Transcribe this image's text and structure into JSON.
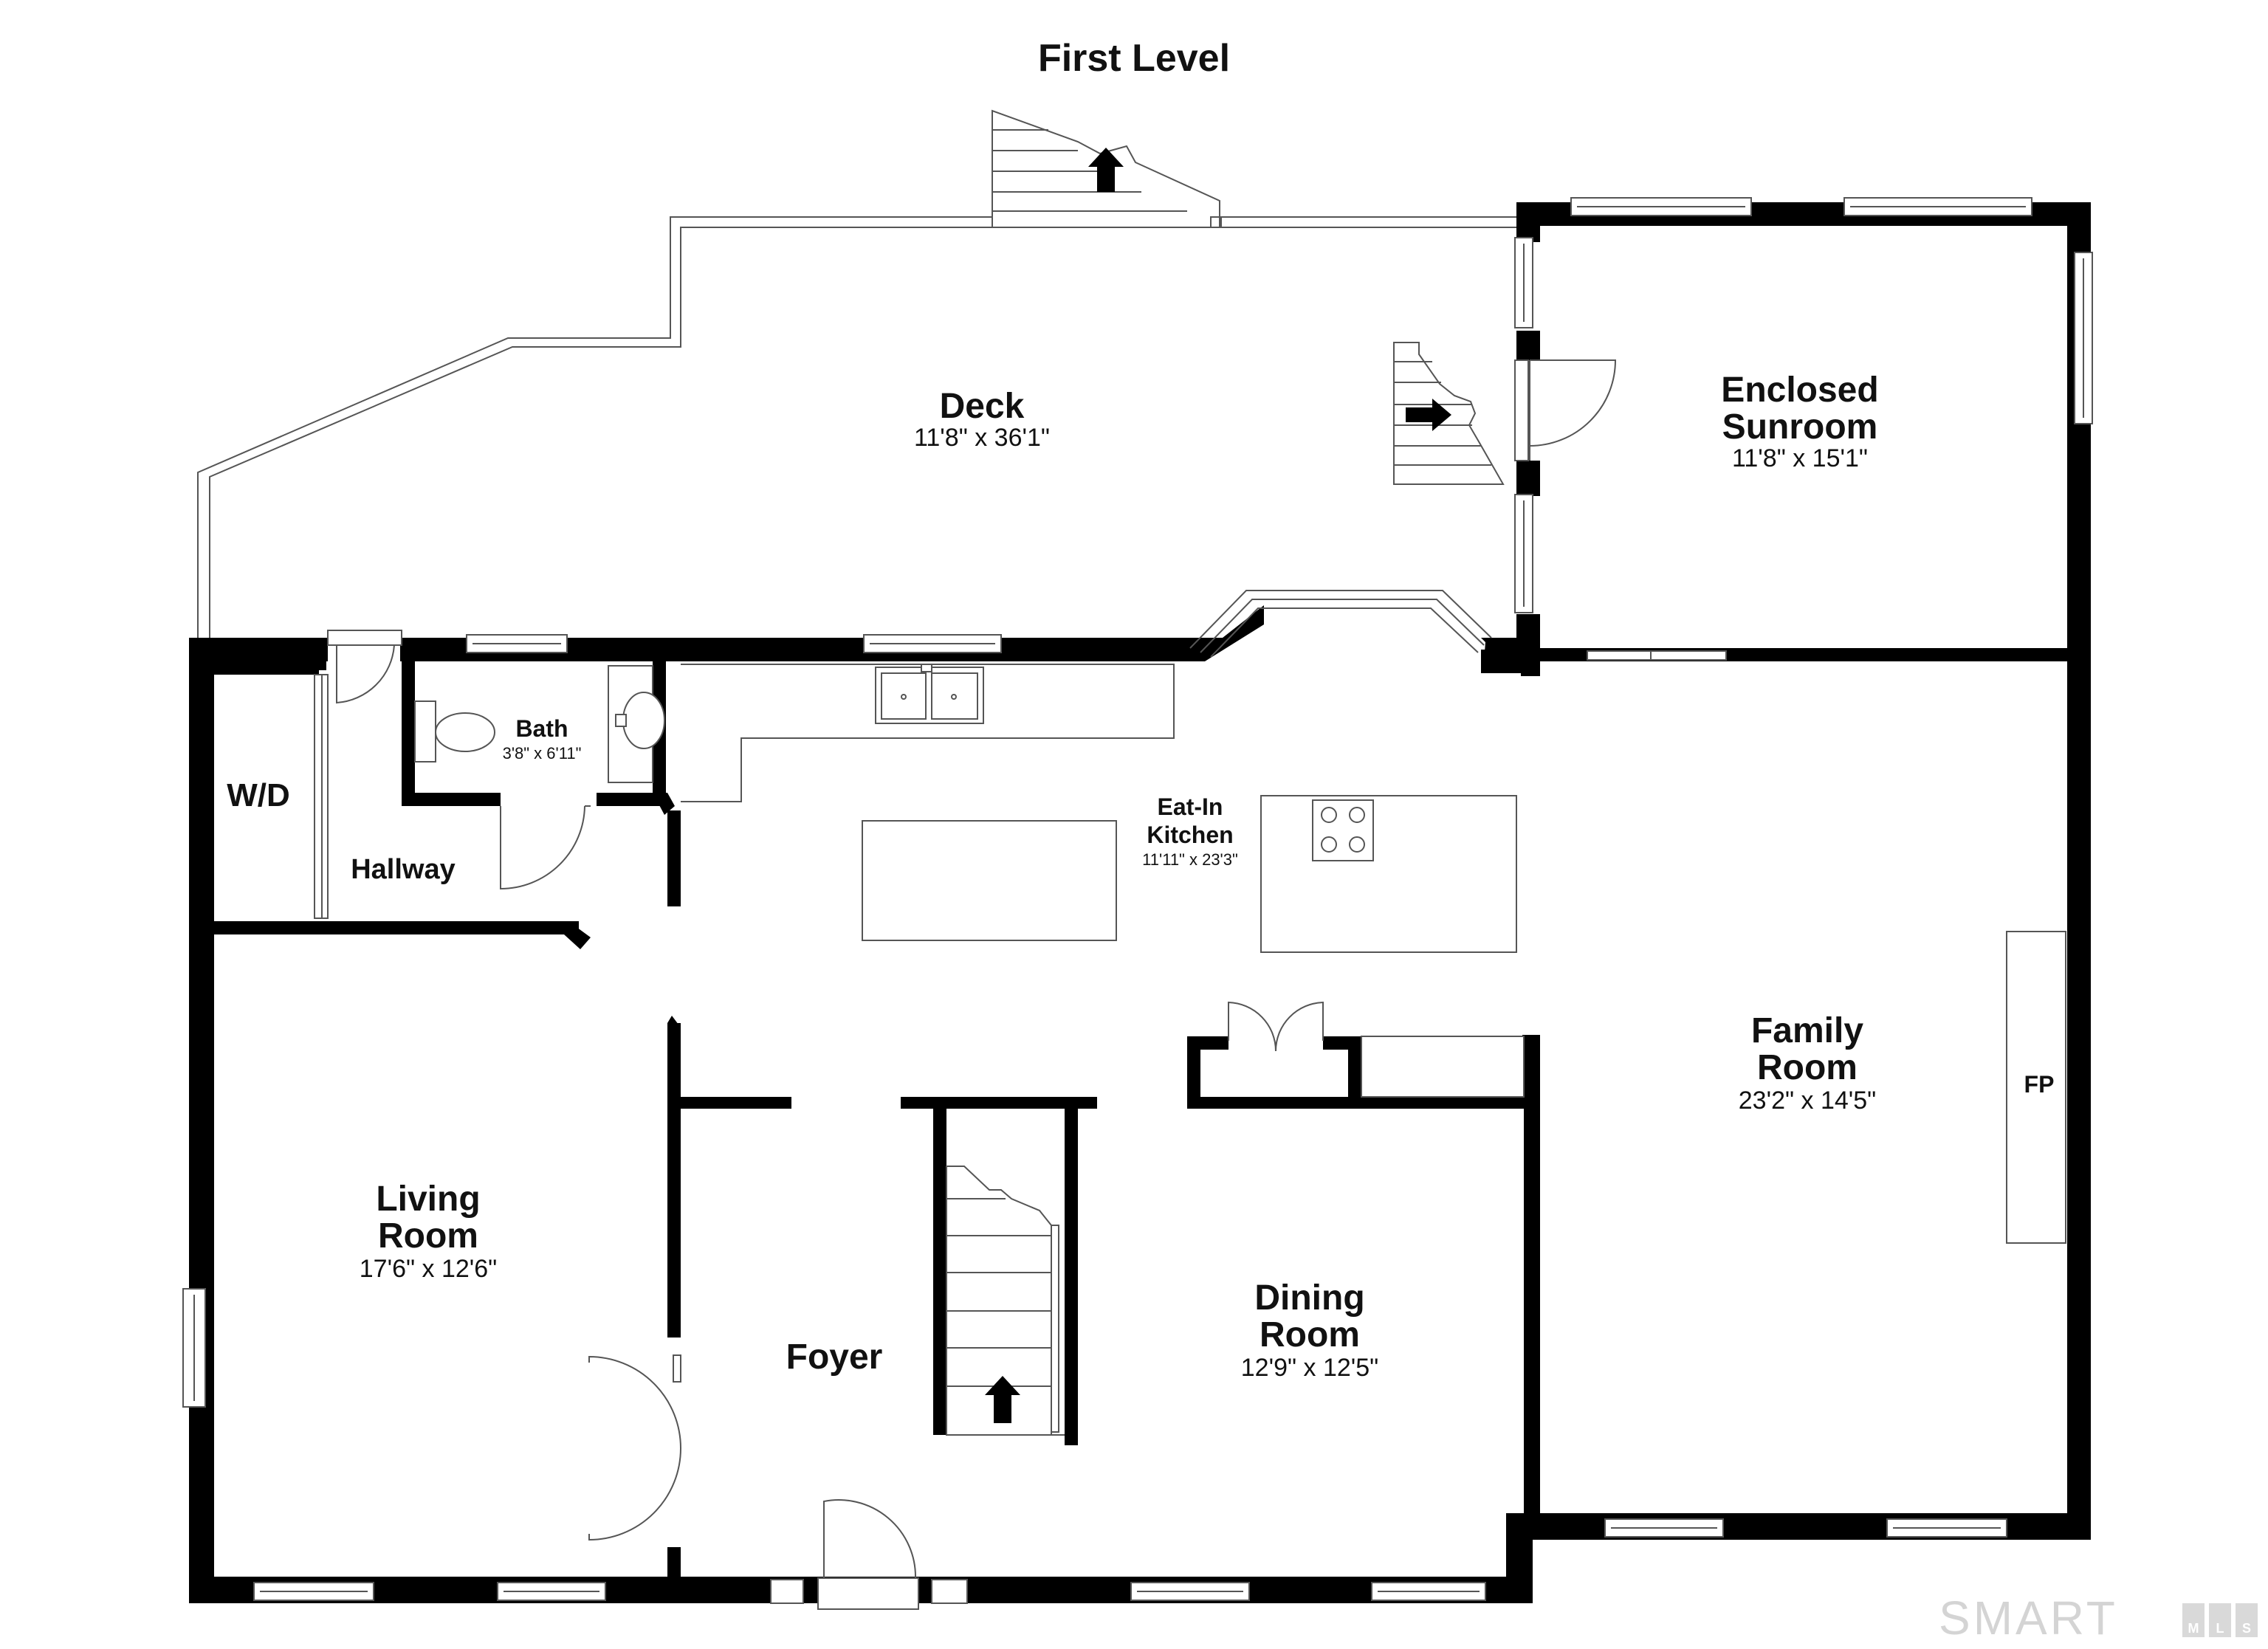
{
  "title": "First Level",
  "rooms": {
    "deck": {
      "name": "Deck",
      "dim": "11'8\" x 36'1\""
    },
    "sunroom": {
      "name_line1": "Enclosed",
      "name_line2": "Sunroom",
      "dim": "11'8\" x 15'1\""
    },
    "bath": {
      "name": "Bath",
      "dim": "3'8\" x 6'11\""
    },
    "wd": {
      "name": "W/D"
    },
    "hallway": {
      "name": "Hallway"
    },
    "kitchen": {
      "name_line1": "Eat-In",
      "name_line2": "Kitchen",
      "dim": "11'11\" x 23'3\""
    },
    "family": {
      "name_line1": "Family",
      "name_line2": "Room",
      "dim": "23'2\" x 14'5\""
    },
    "fireplace": {
      "name": "FP"
    },
    "living": {
      "name_line1": "Living",
      "name_line2": "Room",
      "dim": "17'6\" x 12'6\""
    },
    "foyer": {
      "name": "Foyer"
    },
    "dining": {
      "name_line1": "Dining",
      "name_line2": "Room",
      "dim": "12'9\" x 12'5\""
    }
  },
  "watermark": {
    "brand": "SMART",
    "suffix_letters": [
      "M",
      "L",
      "S"
    ]
  },
  "colors": {
    "wall": "#000000",
    "line": "#555555",
    "watermark": "#d4d4d4"
  }
}
